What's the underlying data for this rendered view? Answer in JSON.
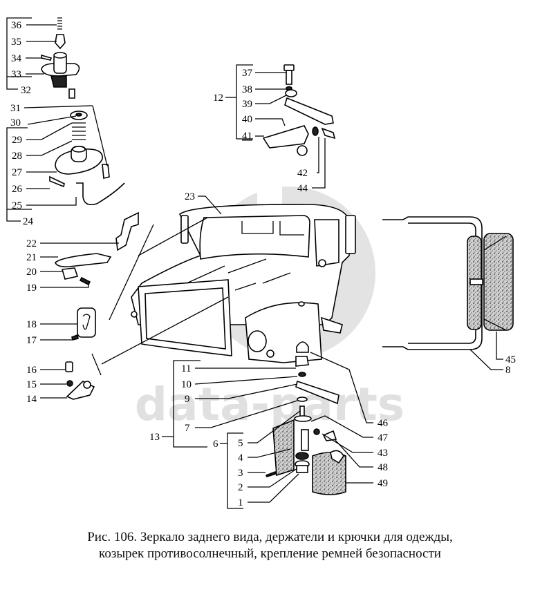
{
  "watermark": {
    "text": "data-parts",
    "color": "#e0e0e0"
  },
  "caption": {
    "line1": "Рис. 106. Зеркало заднего вида, держатели и крючки для одежды,",
    "line2": "козырек противосолнечный, крепление ремней безопасности"
  },
  "callouts": {
    "p1": "1",
    "p2": "2",
    "p3": "3",
    "p4": "4",
    "p5": "5",
    "p6": "6",
    "p7": "7",
    "p8": "8",
    "p9": "9",
    "p10": "10",
    "p11": "11",
    "p12": "12",
    "p13": "13",
    "p14": "14",
    "p15": "15",
    "p16": "16",
    "p17": "17",
    "p18": "18",
    "p19": "19",
    "p20": "20",
    "p21": "21",
    "p22": "22",
    "p23": "23",
    "p24": "24",
    "p25": "25",
    "p26": "26",
    "p27": "27",
    "p28": "28",
    "p29": "29",
    "p30": "30",
    "p31": "31",
    "p32": "32",
    "p33": "33",
    "p34": "34",
    "p35": "35",
    "p36": "36",
    "p37": "37",
    "p38": "38",
    "p39": "39",
    "p40": "40",
    "p41": "41",
    "p42": "42",
    "p43": "43",
    "p44": "44",
    "p45": "45",
    "p46": "46",
    "p47": "47",
    "p48": "48",
    "p49": "49"
  },
  "assemblies": [
    {
      "id": "32",
      "members": [
        "33",
        "34",
        "35",
        "36"
      ],
      "name": "coat-hook-assembly-upper"
    },
    {
      "id": "24",
      "members": [
        "25",
        "26",
        "27",
        "28",
        "29",
        "30"
      ],
      "name": "sun-visor-holder-assembly"
    },
    {
      "id": "12",
      "members": [
        "37",
        "38",
        "39",
        "40",
        "41"
      ],
      "name": "mirror-bracket-upper-assembly"
    },
    {
      "id": "13",
      "members": [
        "6",
        "7",
        "9",
        "10",
        "11"
      ],
      "name": "mirror-bracket-lower-assembly"
    },
    {
      "id": "6",
      "members": [
        "1",
        "2",
        "3",
        "4",
        "5"
      ],
      "name": "mirror-bracket-base-assembly"
    }
  ]
}
